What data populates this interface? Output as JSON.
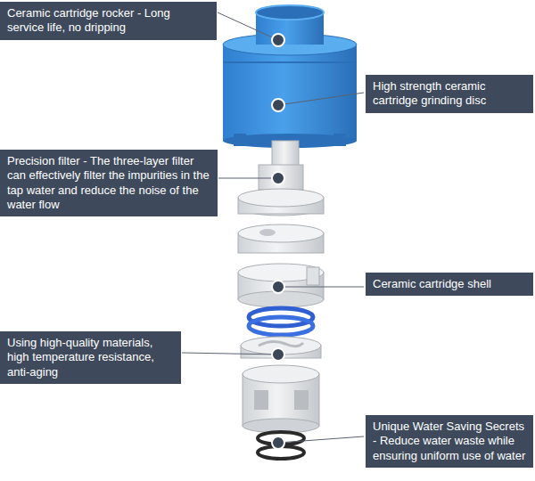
{
  "diagram": {
    "nodes": [
      {
        "text": [
          "Ceramic cartridge rocker - Long service life, no dripping"
        ]
      },
      {
        "text": [
          "High strength ceramic cartridge grinding disc"
        ]
      },
      {
        "text": [
          "Precision filter - The three-layer filter can effectively filter the impurities in the tap water and reduce the noise of the water flow"
        ]
      },
      {
        "text": [
          "Ceramic cartridge shell"
        ]
      },
      {
        "text": [
          "Using high-quality materials, high temperature resistance, anti-aging"
        ]
      },
      {
        "text": [
          "Unique Water Saving Secrets - Reduce water waste while ensuring uniform use of water"
        ]
      }
    ]
  }
}
